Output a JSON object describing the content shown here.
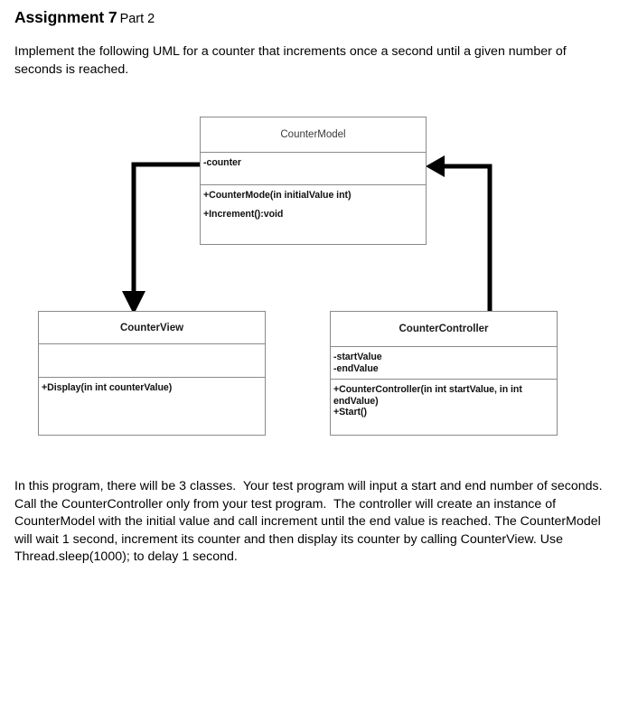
{
  "heading": {
    "main": "Assignment 7",
    "sub": "Part 2"
  },
  "intro": "Implement the following UML for a counter that increments once a second until a given number of seconds is reached.",
  "outro": "In this program, there will be 3 classes.  Your test program will input a start and end number of seconds. Call the CounterController only from your test program.  The controller will create an instance of CounterModel with the initial value and call increment until the end value is reached. The CounterModel will wait 1 second, increment its counter and then display its counter by calling CounterView. Use Thread.sleep(1000); to delay 1 second.",
  "diagram": {
    "border_color": "#8a8a8a",
    "connector_color": "#000000",
    "classes": [
      {
        "id": "counter-model",
        "name": "CounterModel",
        "attributes": [
          "-counter"
        ],
        "methods": [
          "+CounterMode(in initialValue int)",
          "+Increment():void"
        ]
      },
      {
        "id": "counter-view",
        "name": "CounterView",
        "attributes": [],
        "methods": [
          "+Display(in int counterValue)"
        ]
      },
      {
        "id": "counter-controller",
        "name": "CounterController",
        "attributes": [
          "-startValue",
          "-endValue"
        ],
        "methods": [
          "+CounterController(in int startValue, in int",
          "endValue)",
          "+Start()"
        ]
      }
    ],
    "connectors": [
      {
        "id": "model-to-view",
        "from": "CounterModel",
        "to": "CounterView",
        "arrow": "filled-triangle-down"
      },
      {
        "id": "controller-to-model",
        "from": "CounterController",
        "to": "CounterModel",
        "arrow": "filled-triangle-left"
      }
    ]
  }
}
